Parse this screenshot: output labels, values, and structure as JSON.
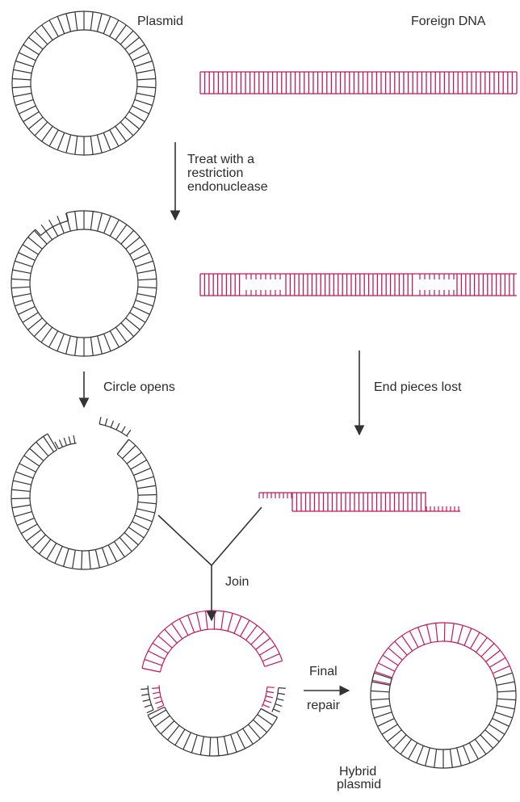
{
  "colors": {
    "plasmid": "#333333",
    "foreign": "#c2185b",
    "arrow": "#333333",
    "text": "#2b2b2b"
  },
  "labels": {
    "plasmid": "Plasmid",
    "foreign_dna": "Foreign DNA",
    "treat_line1": "Treat with a",
    "treat_line2": "restriction",
    "treat_line3": "endonuclease",
    "circle_opens": "Circle opens",
    "end_pieces_lost": "End pieces lost",
    "join": "Join",
    "final": "Final",
    "repair": "repair",
    "hybrid_line1": "Hybrid",
    "hybrid_line2": "plasmid"
  }
}
